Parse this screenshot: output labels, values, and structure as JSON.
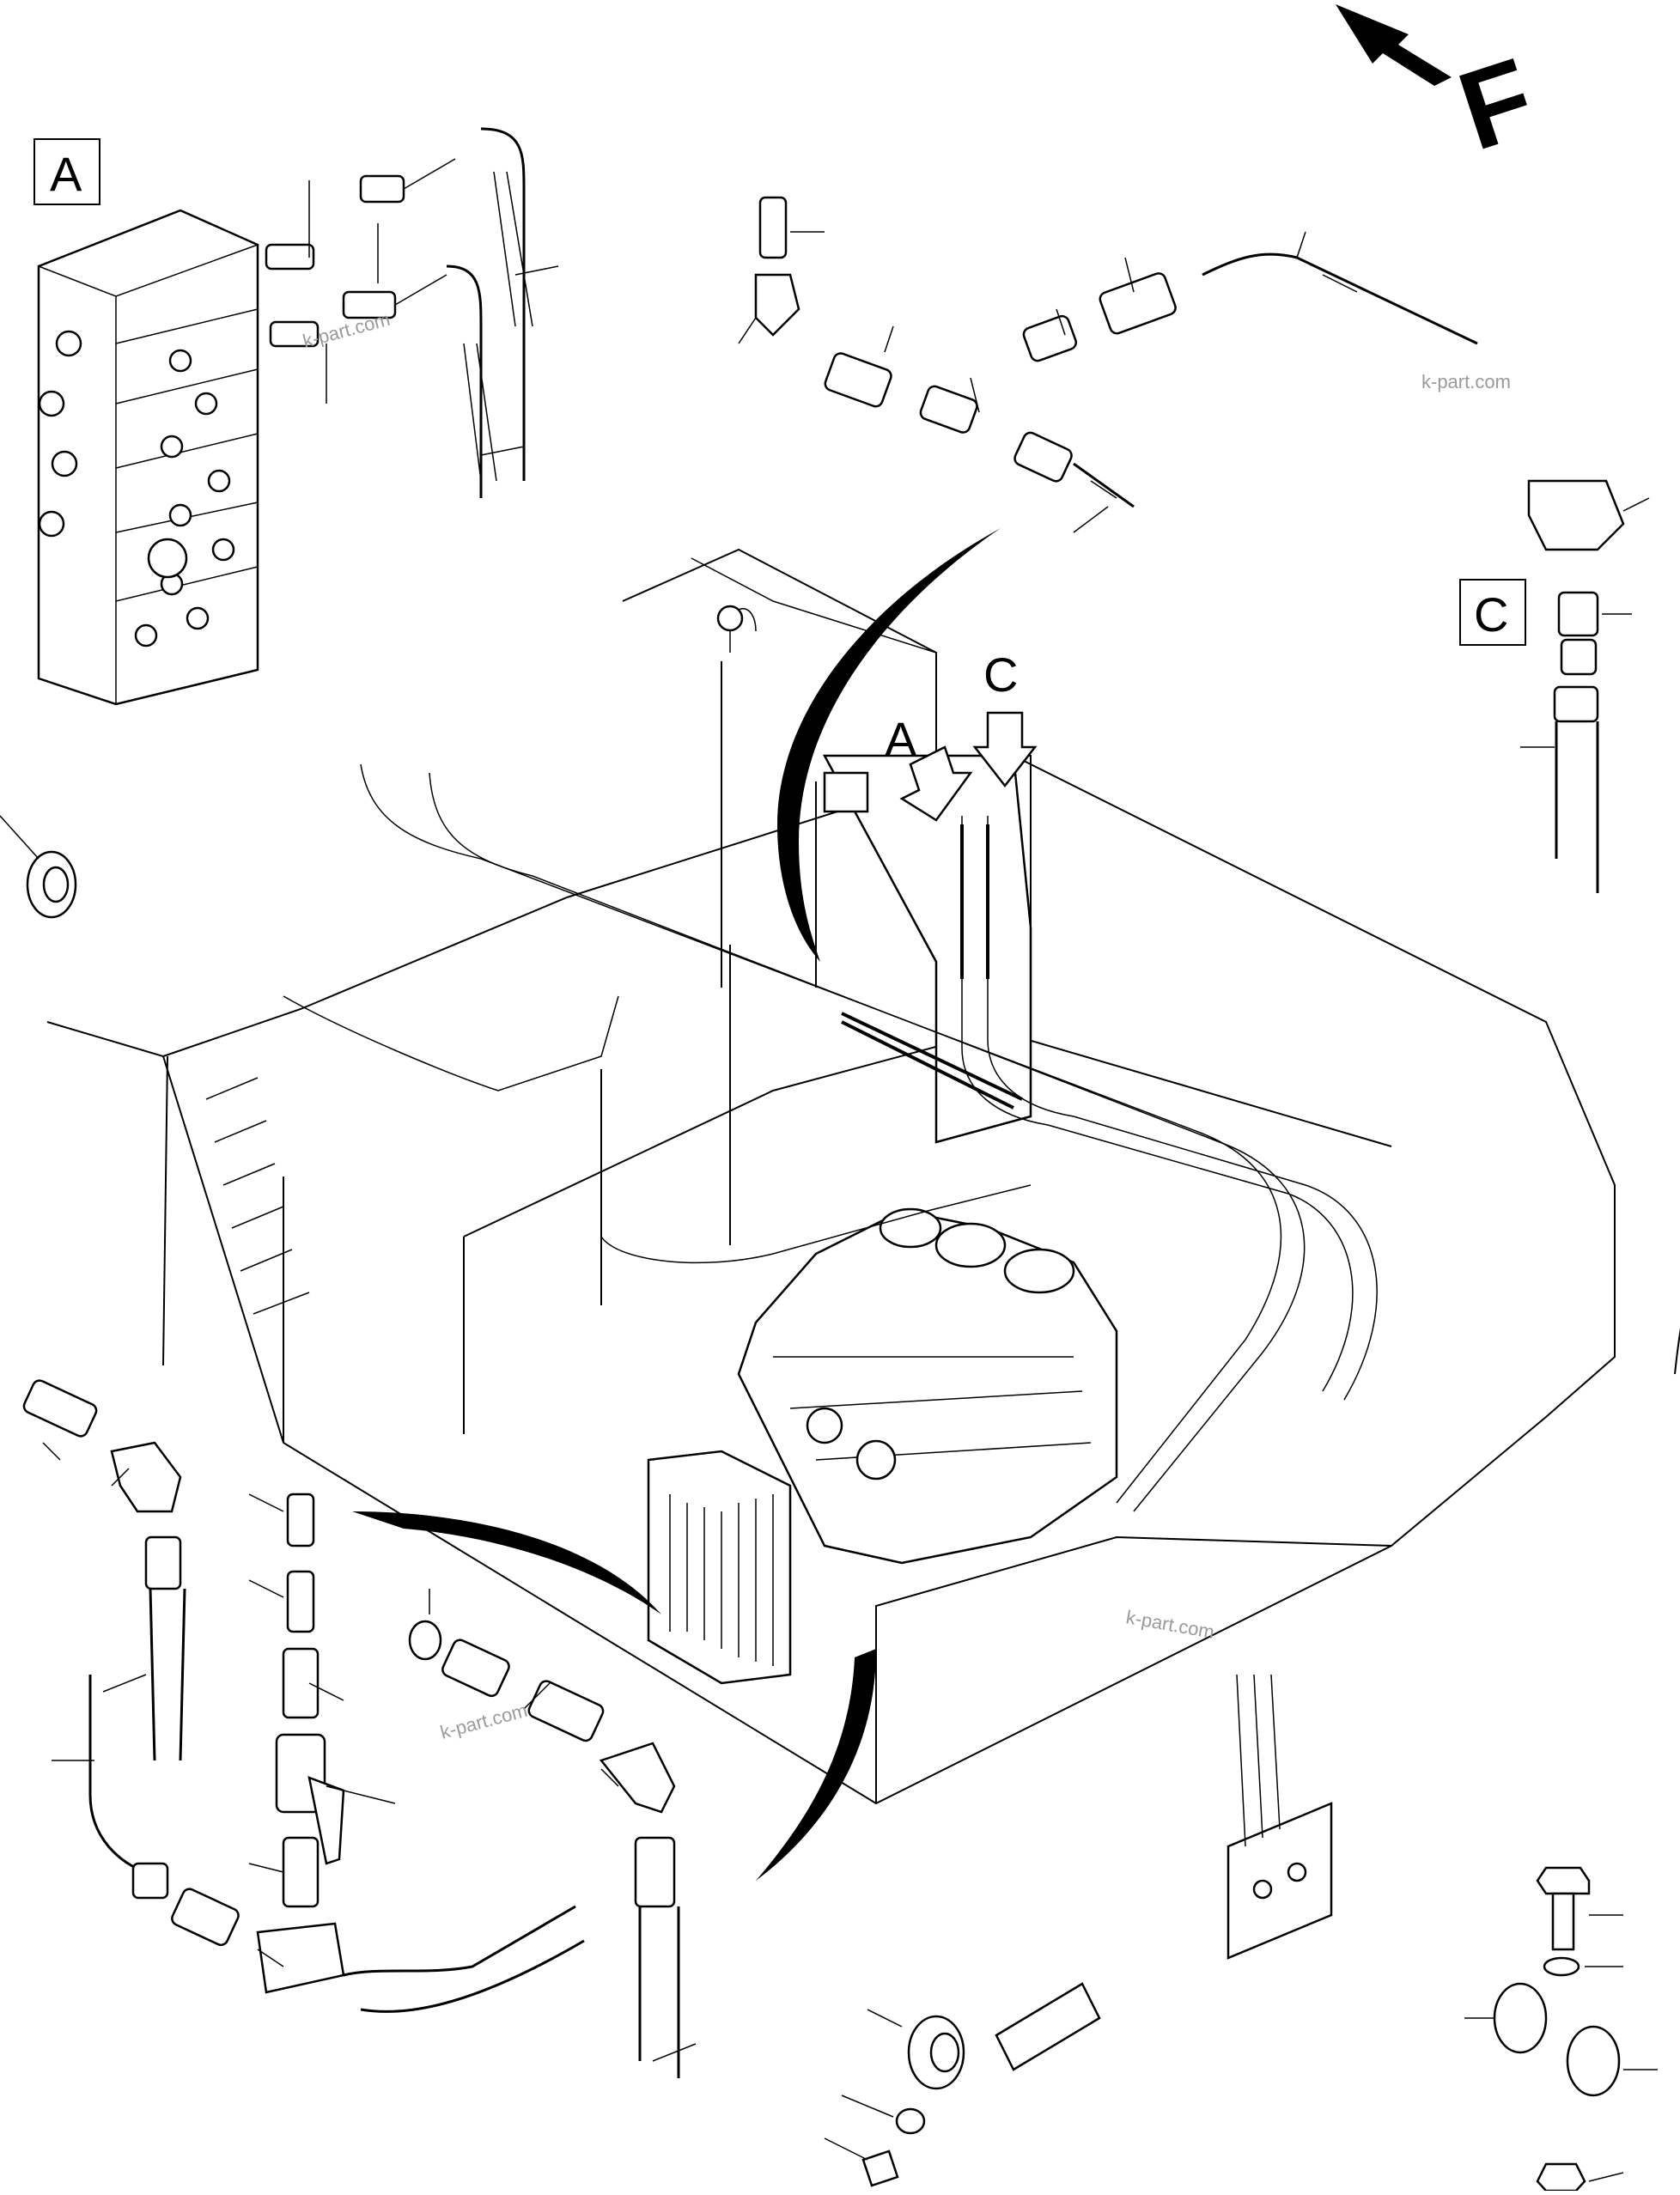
{
  "diagram": {
    "direction_marker": {
      "letter": "F",
      "icon": "arrow-icon"
    },
    "view_boxes": [
      {
        "id": "A",
        "label": "A"
      },
      {
        "id": "C",
        "label": "C"
      }
    ],
    "callouts": [
      {
        "id": "A",
        "label": "A"
      },
      {
        "id": "C",
        "label": "C"
      }
    ],
    "watermarks": [
      "k-part.com",
      "k-part.com",
      "k-part.com",
      "k-part.com"
    ]
  }
}
